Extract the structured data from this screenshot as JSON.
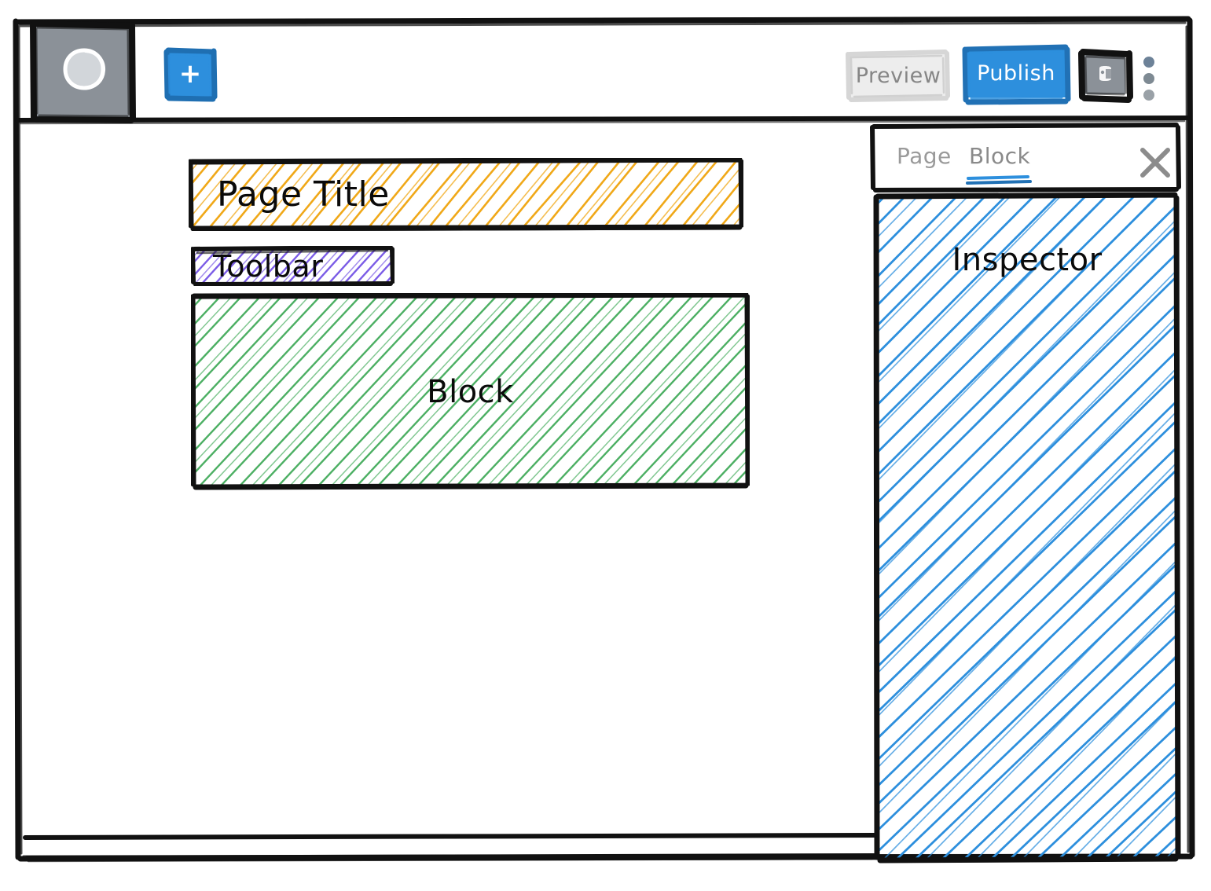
{
  "app": {
    "kind": "block-editor-wireframe"
  },
  "header": {
    "logo_icon": "site-logo-circle-icon",
    "add_block_button": {
      "icon": "plus-icon",
      "label": "+"
    },
    "preview_button": "Preview",
    "publish_button": "Publish",
    "settings_button_icon": "settings-sidebar-icon",
    "more_menu_icon": "kebab-menu-icon"
  },
  "canvas": {
    "page_title": "Page Title",
    "toolbar": "Toolbar",
    "block": "Block"
  },
  "inspector": {
    "tabs": [
      {
        "label": "Page",
        "active": false
      },
      {
        "label": "Block",
        "active": true
      }
    ],
    "close_icon": "close-icon",
    "panel_label": "Inspector"
  },
  "colors": {
    "accent_blue": "#2d8fdd",
    "page_title_hatch": "#f0a818",
    "toolbar_hatch": "#7b5ce6",
    "block_hatch": "#4caf63",
    "inspector_hatch": "#2d8fdd",
    "logo_tile": "#8b9198",
    "preview_button_bg": "#ededed",
    "ink": "#0a0a0a"
  }
}
